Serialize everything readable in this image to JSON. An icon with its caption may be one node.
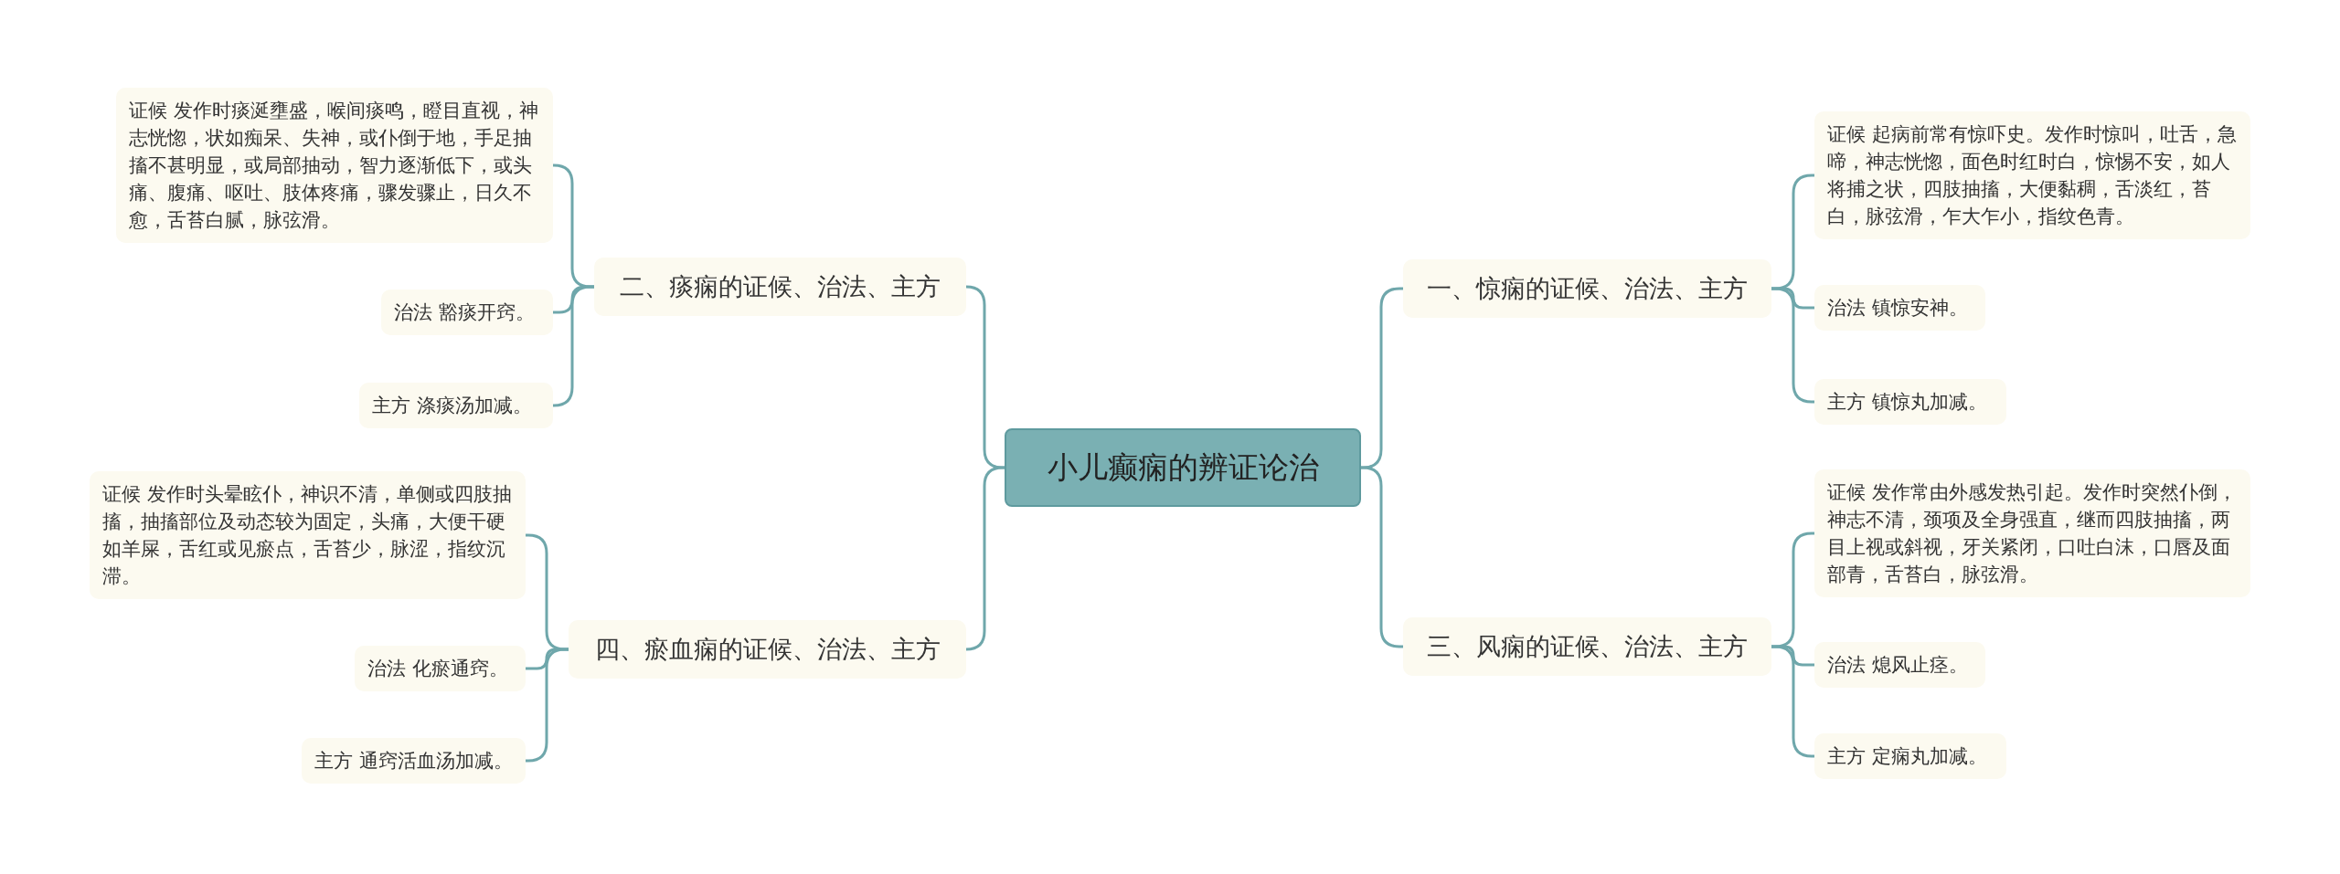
{
  "diagram": {
    "nodes": [
      {
        "text": [
          "小儿癫痫的辨证论治"
        ]
      },
      {
        "text": [
          "一、惊痫的证候、治法、主方"
        ]
      },
      {
        "text": [
          "证候 起病前常有惊吓史。发作时惊叫，吐舌，急啼，神志恍惚，面色时红时白，惊惕不安，如人将捕之状，四肢抽搐，大便黏稠，舌淡红，苔白，脉弦滑，乍大乍小，指纹色青。"
        ]
      },
      {
        "text": [
          "治法 镇惊安神。"
        ]
      },
      {
        "text": [
          "主方 镇惊丸加减。"
        ]
      },
      {
        "text": [
          "二、痰痫的证候、治法、主方"
        ]
      },
      {
        "text": [
          "证候 发作时痰涎壅盛，喉间痰鸣，瞪目直视，神志恍惚，状如痴呆、失神，或仆倒于地，手足抽搐不甚明显，或局部抽动，智力逐渐低下，或头痛、腹痛、呕吐、肢体疼痛，骤发骤止，日久不愈，舌苔白腻，脉弦滑。"
        ]
      },
      {
        "text": [
          "治法 豁痰开窍。"
        ]
      },
      {
        "text": [
          "主方 涤痰汤加减。"
        ]
      },
      {
        "text": [
          "三、风痫的证候、治法、主方"
        ]
      },
      {
        "text": [
          "证候 发作常由外感发热引起。发作时突然仆倒，神志不清，颈项及全身强直，继而四肢抽搐，两目上视或斜视，牙关紧闭，口吐白沫，口唇及面部青，舌苔白，脉弦滑。"
        ]
      },
      {
        "text": [
          "治法 熄风止痉。"
        ]
      },
      {
        "text": [
          "主方 定痫丸加减。"
        ]
      },
      {
        "text": [
          "四、瘀血痫的证候、治法、主方"
        ]
      },
      {
        "text": [
          "证候 发作时头晕眩仆，神识不清，单侧或四肢抽搐，抽搐部位及动态较为固定，头痛，大便干硬如羊屎，舌红或见瘀点，舌苔少，脉涩，指纹沉滞。"
        ]
      },
      {
        "text": [
          "治法 化瘀通窍。"
        ]
      },
      {
        "text": [
          "主方 通窍活血汤加减。"
        ]
      }
    ],
    "edges": [
      {
        "from": 0,
        "to": 1,
        "arrow": "none"
      },
      {
        "from": 1,
        "to": 2,
        "arrow": "none"
      },
      {
        "from": 1,
        "to": 3,
        "arrow": "none"
      },
      {
        "from": 1,
        "to": 4,
        "arrow": "none"
      },
      {
        "from": 0,
        "to": 5,
        "arrow": "none"
      },
      {
        "from": 5,
        "to": 6,
        "arrow": "none"
      },
      {
        "from": 5,
        "to": 7,
        "arrow": "none"
      },
      {
        "from": 5,
        "to": 8,
        "arrow": "none"
      },
      {
        "from": 0,
        "to": 9,
        "arrow": "none"
      },
      {
        "from": 9,
        "to": 10,
        "arrow": "none"
      },
      {
        "from": 9,
        "to": 11,
        "arrow": "none"
      },
      {
        "from": 9,
        "to": 12,
        "arrow": "none"
      },
      {
        "from": 0,
        "to": 13,
        "arrow": "none"
      },
      {
        "from": 13,
        "to": 14,
        "arrow": "none"
      },
      {
        "from": 13,
        "to": 15,
        "arrow": "none"
      },
      {
        "from": 13,
        "to": 16,
        "arrow": "none"
      }
    ]
  }
}
